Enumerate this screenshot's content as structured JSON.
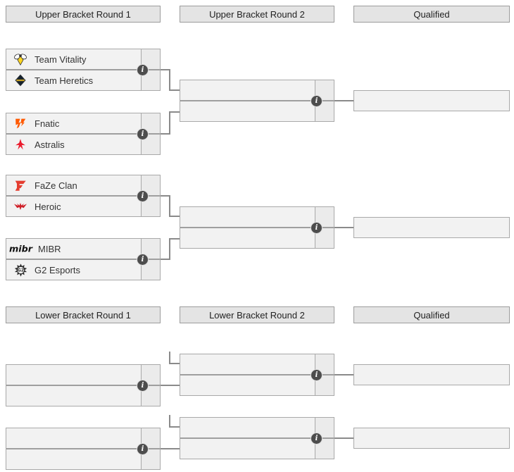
{
  "headers": {
    "upper_round1": "Upper Bracket Round 1",
    "upper_round2": "Upper Bracket Round 2",
    "upper_qualified": "Qualified",
    "lower_round1": "Lower Bracket Round 1",
    "lower_round2": "Lower Bracket Round 2",
    "lower_qualified": "Qualified"
  },
  "icons": {
    "info_glyph": "i",
    "info_name": "match-info-icon"
  },
  "colors": {
    "box_background": "#f2f2f2",
    "box_border": "#a9a9a9",
    "header_background": "#e4e4e4",
    "row_divider": "#9f9f9f",
    "connector": "#8a8a8a",
    "info_background": "#4d4d4d",
    "fnatic_orange": "#ff5900",
    "astralis_red": "#ea1b2d",
    "faze_red": "#e43d30",
    "heroic_red": "#cf2129",
    "vitality_yellow": "#ffd520"
  },
  "upper_bracket": {
    "round1_matches": [
      {
        "team1": {
          "name": "Team Vitality",
          "score": ""
        },
        "team2": {
          "name": "Team Heretics",
          "score": ""
        }
      },
      {
        "team1": {
          "name": "Fnatic",
          "score": ""
        },
        "team2": {
          "name": "Astralis",
          "score": ""
        }
      },
      {
        "team1": {
          "name": "FaZe Clan",
          "score": ""
        },
        "team2": {
          "name": "Heroic",
          "score": ""
        }
      },
      {
        "team1": {
          "name": "MIBR",
          "score": ""
        },
        "team2": {
          "name": "G2 Esports",
          "score": ""
        }
      }
    ],
    "round2_matches": [
      {
        "team1": {
          "name": "",
          "score": ""
        },
        "team2": {
          "name": "",
          "score": ""
        }
      },
      {
        "team1": {
          "name": "",
          "score": ""
        },
        "team2": {
          "name": "",
          "score": ""
        }
      }
    ],
    "qualified_slots": [
      "",
      ""
    ]
  },
  "lower_bracket": {
    "round1_matches": [
      {
        "team1": {
          "name": "",
          "score": ""
        },
        "team2": {
          "name": "",
          "score": ""
        }
      },
      {
        "team1": {
          "name": "",
          "score": ""
        },
        "team2": {
          "name": "",
          "score": ""
        }
      }
    ],
    "round2_matches": [
      {
        "team1": {
          "name": "",
          "score": ""
        },
        "team2": {
          "name": "",
          "score": ""
        }
      },
      {
        "team1": {
          "name": "",
          "score": ""
        },
        "team2": {
          "name": "",
          "score": ""
        }
      }
    ],
    "qualified_slots": [
      "",
      ""
    ]
  }
}
